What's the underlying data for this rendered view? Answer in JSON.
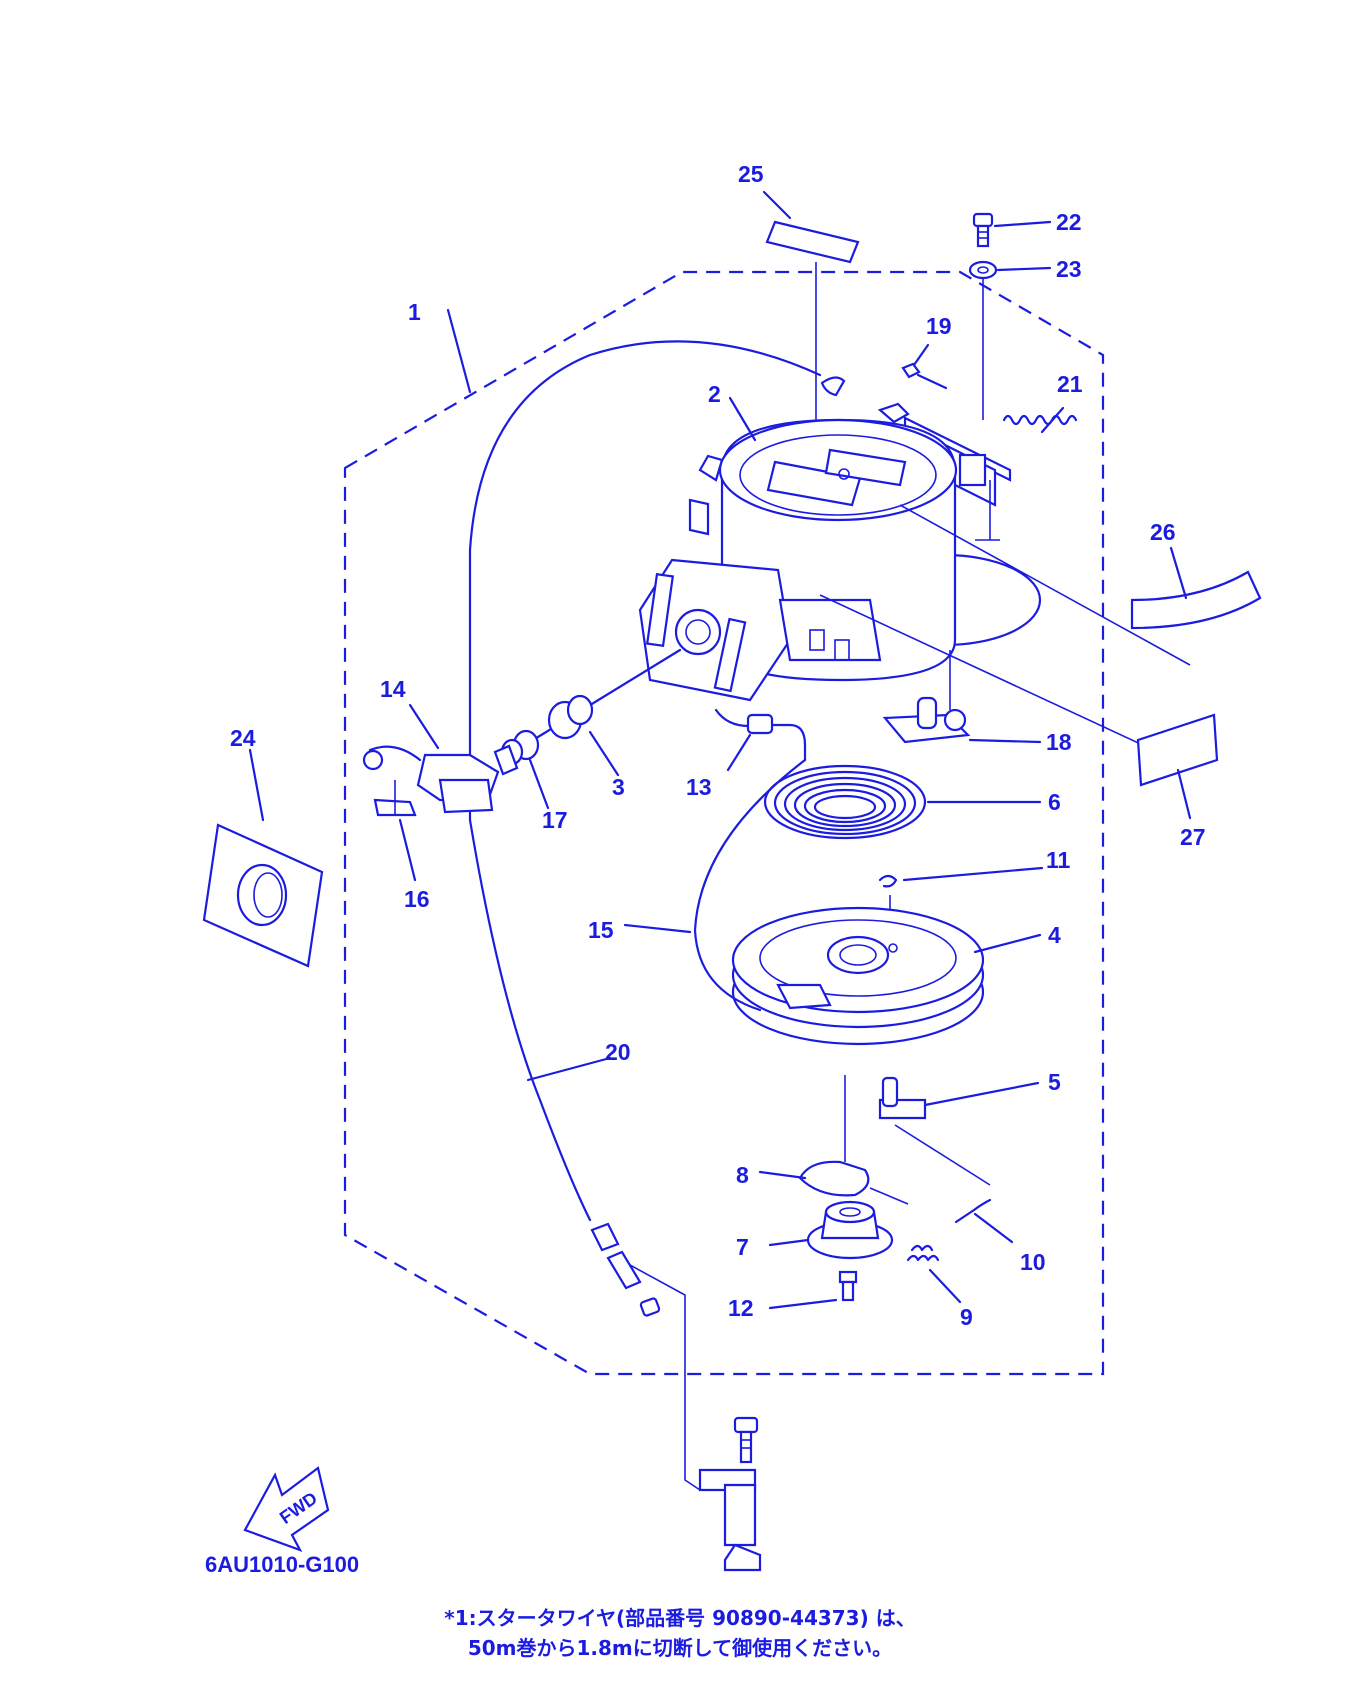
{
  "callouts": [
    "1",
    "2",
    "3",
    "4",
    "5",
    "6",
    "7",
    "8",
    "9",
    "10",
    "11",
    "12",
    "13",
    "14",
    "15",
    "16",
    "17",
    "18",
    "19",
    "20",
    "21",
    "22",
    "23",
    "24",
    "25",
    "26",
    "27"
  ],
  "fwd_label": "FWD",
  "diagram_code": "6AU1010-G100",
  "note": {
    "line1": "*1:スタータワイヤ(部品番号 90890-44373) は、",
    "line2": "50m巻から1.8mに切断して御使用ください。"
  },
  "colors": {
    "ink": "#1c1ce0",
    "background": "#ffffff"
  }
}
